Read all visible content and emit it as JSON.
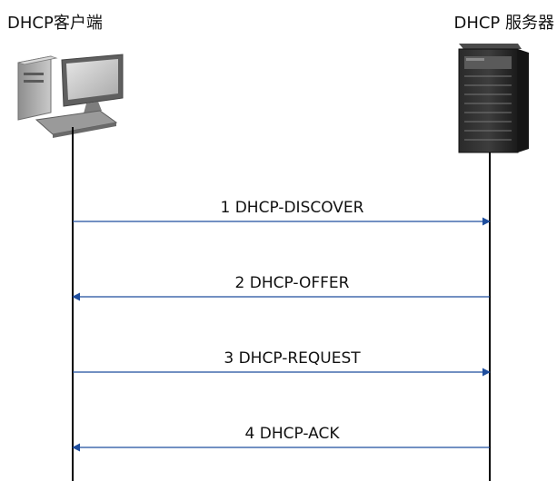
{
  "client": {
    "label": "DHCP客户端",
    "icon": "desktop-computer-icon"
  },
  "server": {
    "label": "DHCP 服务器",
    "icon": "tower-server-icon"
  },
  "colors": {
    "lifeline": "#000000",
    "arrow": "#1f4e9e",
    "text": "#111111"
  },
  "messages": [
    {
      "label": "1 DHCP-DISCOVER",
      "direction": "client-to-server"
    },
    {
      "label": "2 DHCP-OFFER",
      "direction": "server-to-client"
    },
    {
      "label": "3 DHCP-REQUEST",
      "direction": "client-to-server"
    },
    {
      "label": "4 DHCP-ACK",
      "direction": "server-to-client"
    }
  ]
}
